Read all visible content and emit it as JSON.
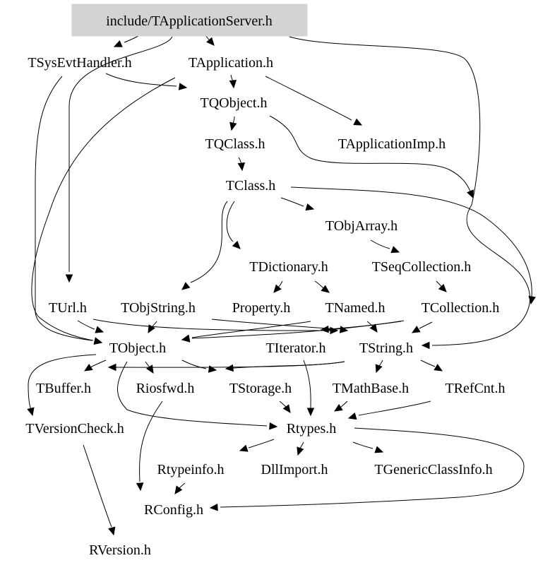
{
  "graph": {
    "root": "include/TApplicationServer.h",
    "root_fill": "#d3d3d3",
    "nodes": [
      {
        "id": "root",
        "label": "include/TApplicationServer.h"
      },
      {
        "id": "tsysevt",
        "label": "TSysEvtHandler.h"
      },
      {
        "id": "tapp",
        "label": "TApplication.h"
      },
      {
        "id": "tqobject",
        "label": "TQObject.h"
      },
      {
        "id": "tqclass",
        "label": "TQClass.h"
      },
      {
        "id": "tappimp",
        "label": "TApplicationImp.h"
      },
      {
        "id": "tclass",
        "label": "TClass.h"
      },
      {
        "id": "tobjarray",
        "label": "TObjArray.h"
      },
      {
        "id": "tdict",
        "label": "TDictionary.h"
      },
      {
        "id": "tseqcoll",
        "label": "TSeqCollection.h"
      },
      {
        "id": "turl",
        "label": "TUrl.h"
      },
      {
        "id": "tobjstring",
        "label": "TObjString.h"
      },
      {
        "id": "property",
        "label": "Property.h"
      },
      {
        "id": "tnamed",
        "label": "TNamed.h"
      },
      {
        "id": "tcollection",
        "label": "TCollection.h"
      },
      {
        "id": "tobject",
        "label": "TObject.h"
      },
      {
        "id": "titerator",
        "label": "TIterator.h"
      },
      {
        "id": "tstring",
        "label": "TString.h"
      },
      {
        "id": "tbuffer",
        "label": "TBuffer.h"
      },
      {
        "id": "riosfwd",
        "label": "Riosfwd.h"
      },
      {
        "id": "tstorage",
        "label": "TStorage.h"
      },
      {
        "id": "tmathbase",
        "label": "TMathBase.h"
      },
      {
        "id": "trefcnt",
        "label": "TRefCnt.h"
      },
      {
        "id": "tversioncheck",
        "label": "TVersionCheck.h"
      },
      {
        "id": "rtypes",
        "label": "Rtypes.h"
      },
      {
        "id": "rtypeinfo",
        "label": "Rtypeinfo.h"
      },
      {
        "id": "dllimport",
        "label": "DllImport.h"
      },
      {
        "id": "tgenericclassinfo",
        "label": "TGenericClassInfo.h"
      },
      {
        "id": "rconfig",
        "label": "RConfig.h"
      },
      {
        "id": "rversion",
        "label": "RVersion.h"
      }
    ],
    "edges": [
      {
        "from": "root",
        "to": "tsysevt"
      },
      {
        "from": "root",
        "to": "tapp"
      },
      {
        "from": "root",
        "to": "turl"
      },
      {
        "from": "root",
        "to": "tstring"
      },
      {
        "from": "tsysevt",
        "to": "tqobject"
      },
      {
        "from": "tsysevt",
        "to": "tobject"
      },
      {
        "from": "tapp",
        "to": "tqobject"
      },
      {
        "from": "tapp",
        "to": "tappimp"
      },
      {
        "from": "tapp",
        "to": "tobject"
      },
      {
        "from": "tqobject",
        "to": "tqclass"
      },
      {
        "from": "tqobject",
        "to": "tstring"
      },
      {
        "from": "tqclass",
        "to": "tclass"
      },
      {
        "from": "tclass",
        "to": "tobjarray"
      },
      {
        "from": "tclass",
        "to": "tdict"
      },
      {
        "from": "tclass",
        "to": "tobjstring"
      },
      {
        "from": "tclass",
        "to": "tstring"
      },
      {
        "from": "tobjarray",
        "to": "tseqcoll"
      },
      {
        "from": "tdict",
        "to": "property"
      },
      {
        "from": "tdict",
        "to": "tnamed"
      },
      {
        "from": "tseqcoll",
        "to": "tcollection"
      },
      {
        "from": "tobjstring",
        "to": "tobject"
      },
      {
        "from": "tobjstring",
        "to": "tstring"
      },
      {
        "from": "tnamed",
        "to": "tobject"
      },
      {
        "from": "tnamed",
        "to": "tstring"
      },
      {
        "from": "tcollection",
        "to": "tobject"
      },
      {
        "from": "tcollection",
        "to": "tstring"
      },
      {
        "from": "tcollection",
        "to": "titerator"
      },
      {
        "from": "turl",
        "to": "tobject"
      },
      {
        "from": "turl",
        "to": "tstring"
      },
      {
        "from": "tobject",
        "to": "tbuffer"
      },
      {
        "from": "tobject",
        "to": "riosfwd"
      },
      {
        "from": "tobject",
        "to": "tstorage"
      },
      {
        "from": "tobject",
        "to": "tversioncheck"
      },
      {
        "from": "tobject",
        "to": "rtypes"
      },
      {
        "from": "titerator",
        "to": "rtypes"
      },
      {
        "from": "tstring",
        "to": "tmathbase"
      },
      {
        "from": "tstring",
        "to": "trefcnt"
      },
      {
        "from": "tstring",
        "to": "tstorage"
      },
      {
        "from": "tstring",
        "to": "riosfwd"
      },
      {
        "from": "tmathbase",
        "to": "rtypes"
      },
      {
        "from": "trefcnt",
        "to": "rtypes"
      },
      {
        "from": "tstorage",
        "to": "rtypes"
      },
      {
        "from": "riosfwd",
        "to": "rconfig"
      },
      {
        "from": "rtypes",
        "to": "rtypeinfo"
      },
      {
        "from": "rtypes",
        "to": "dllimport"
      },
      {
        "from": "rtypes",
        "to": "tgenericclassinfo"
      },
      {
        "from": "rtypes",
        "to": "rconfig"
      },
      {
        "from": "rtypeinfo",
        "to": "rconfig"
      },
      {
        "from": "tversioncheck",
        "to": "rversion"
      }
    ]
  }
}
